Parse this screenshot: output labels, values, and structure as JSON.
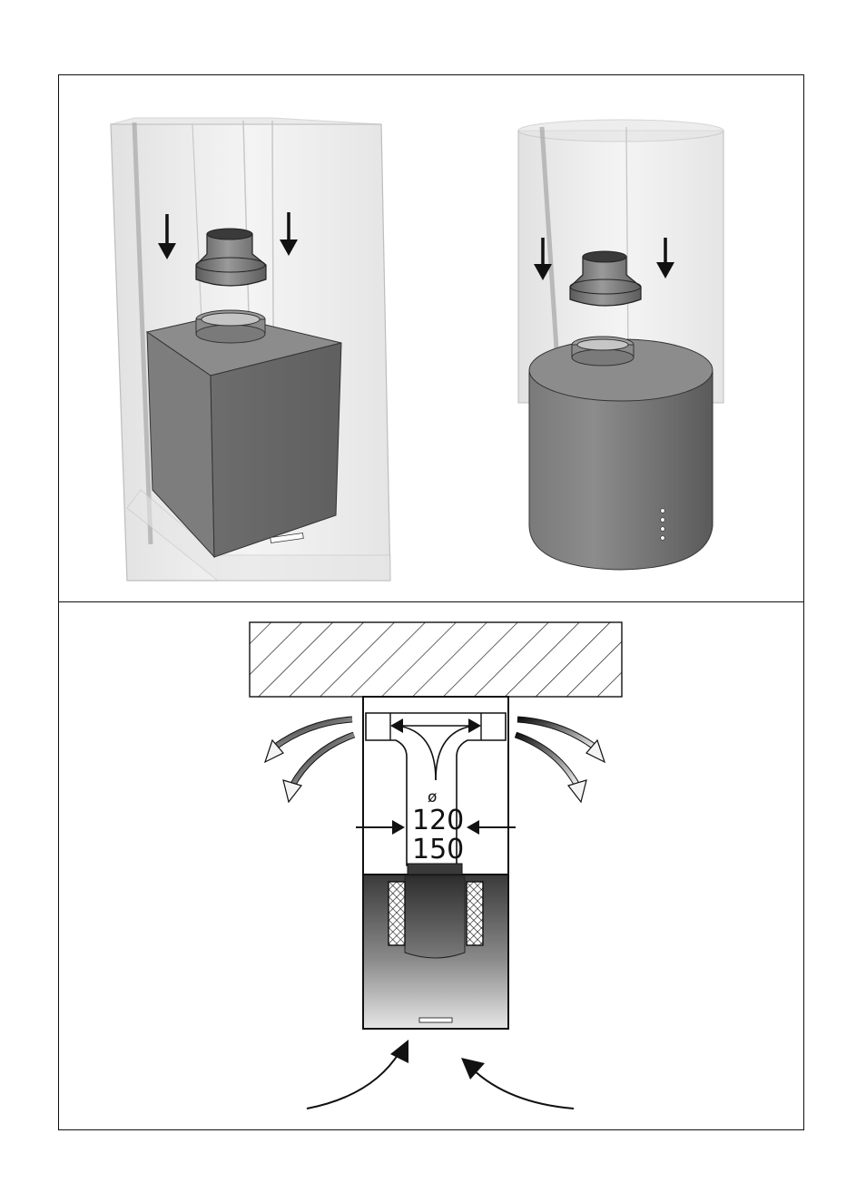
{
  "diagram": {
    "top_panel": {
      "left_figure": "square-hood-with-chimney",
      "right_figure": "cylindrical-hood-with-chimney"
    },
    "bottom_panel": {
      "diameter_symbol": "ø",
      "diameter_value_1": "120",
      "diameter_value_2": "150"
    }
  },
  "colors": {
    "line": "#111111",
    "hood_body": "#6e6e6e",
    "glass": "#d9d9d9"
  }
}
